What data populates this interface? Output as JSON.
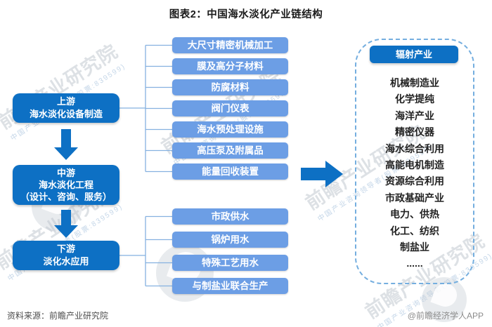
{
  "title": "图表2：中国海水淡化产业链结构",
  "stages": {
    "upstream": {
      "label": "上游",
      "name": "海水淡化设备制造"
    },
    "midstream": {
      "label": "中游",
      "name": "海水淡化工程",
      "detail": "（设计、咨询、服务）"
    },
    "downstream": {
      "label": "下游",
      "name": "淡化水应用"
    }
  },
  "upstream_suppliers": [
    "大尺寸精密机械加工",
    "膜及高分子材料",
    "防腐材料",
    "阀门仪表",
    "海水预处理设施",
    "高压泵及附属品",
    "能量回收装置"
  ],
  "downstream_applications": [
    "市政供水",
    "锅炉用水",
    "特殊工艺用水",
    "与制盐业联合生产"
  ],
  "radiating_industries": {
    "header": "辐射产业",
    "items": [
      "机械制造业",
      "化学提纯",
      "海洋产业",
      "精密仪器",
      "海水综合利用",
      "高能电机制造",
      "资源综合利用",
      "市政基础产业",
      "电力、供热",
      "化工、纺织",
      "制盐业",
      "......"
    ]
  },
  "footer": {
    "source": "资料来源：前瞻产业研究院",
    "credit": "@前瞻经济学人APP"
  },
  "watermark": {
    "text": "前瞻产业研究院",
    "subtext": "中国产业咨询领导者(股票:839599)"
  },
  "colors": {
    "primary_blue": "#0d70c4",
    "light_blue": "#6c9ee5",
    "connector_line": "#85b1e0",
    "dashed_border": "#74aedf"
  }
}
